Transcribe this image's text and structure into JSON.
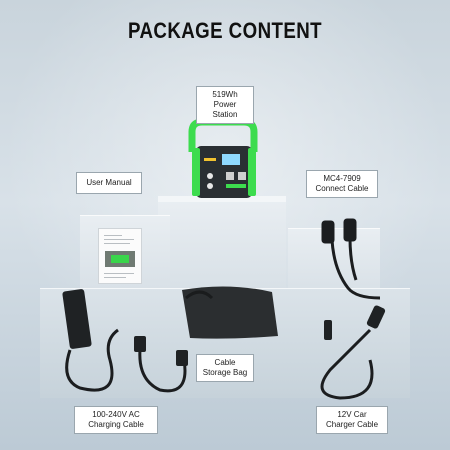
{
  "title": "PACKAGE CONTENT",
  "items": {
    "power_station": {
      "line1": "519Wh",
      "line2": "Power Station"
    },
    "user_manual": {
      "line1": "User Manual"
    },
    "connect_cable": {
      "line1": "MC4-7909",
      "line2": "Connect Cable"
    },
    "storage_bag": {
      "line1": "Cable",
      "line2": "Storage Bag"
    },
    "ac_cable": {
      "line1": "100-240V AC",
      "line2": "Charging Cable"
    },
    "car_cable": {
      "line1": "12V Car",
      "line2": "Charger Cable"
    }
  },
  "colors": {
    "accent_green": "#3ddc4e",
    "device_body": "#2a2f33",
    "background": "#cfd9e0"
  }
}
